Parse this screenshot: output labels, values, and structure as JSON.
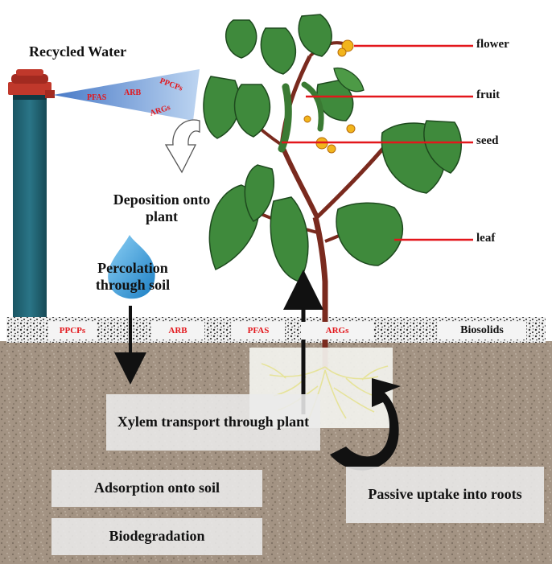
{
  "title": "Recycled Water",
  "cone_contaminants": [
    "PFAS",
    "ARB",
    "PPCPs",
    "ARGs"
  ],
  "plant_parts": [
    "flower",
    "fruit",
    "seed",
    "leaf"
  ],
  "band_contaminants": [
    "PPCPs",
    "ARB",
    "PFAS",
    "ARGs"
  ],
  "biosolids": "Biosolids",
  "processes": {
    "deposition": "Deposition onto plant",
    "percolation": "Percolation through soil",
    "xylem": "Xylem transport through plant",
    "adsorption": "Adsorption onto soil",
    "biodegradation": "Biodegradation",
    "passive_uptake": "Passive uptake into roots"
  },
  "colors": {
    "contaminant_text": "#e3161b",
    "pipe": "#1f5f6e",
    "pipe_cap": "#b52a22",
    "leaf": "#3f8a3c",
    "stem": "#7a2a1e",
    "soil": "#a39383",
    "water_drop": "#2f97d6",
    "spray_cone": "#5b8fd4"
  }
}
